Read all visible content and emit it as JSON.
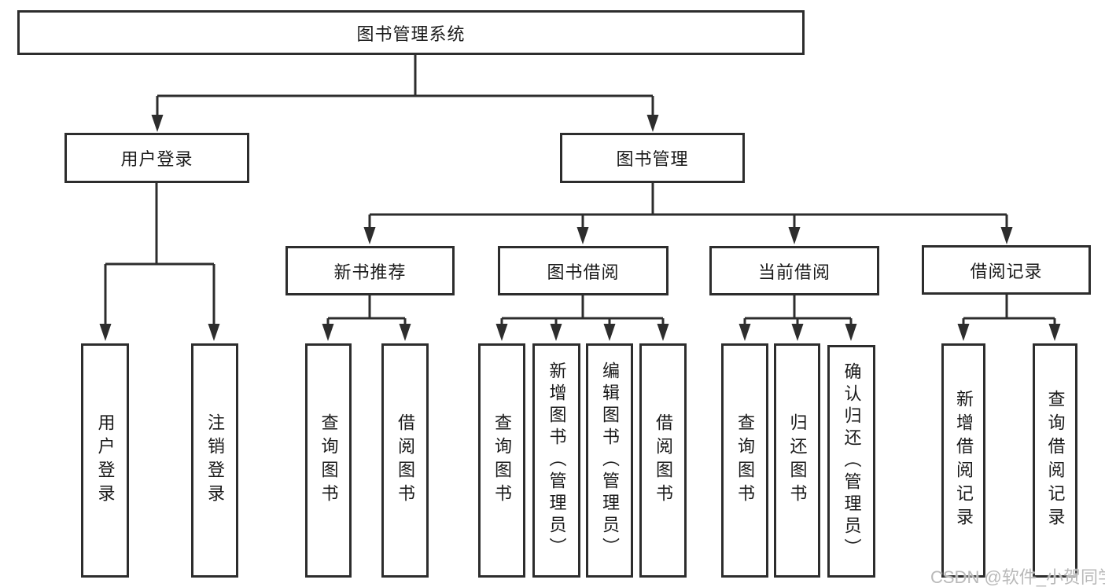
{
  "diagram": {
    "title": "图书管理系统",
    "user_login": {
      "label": "用户登录",
      "children": [
        {
          "label": "用户登录"
        },
        {
          "label": "注销登录"
        }
      ]
    },
    "book_mgmt": {
      "label": "图书管理",
      "sections": [
        {
          "label": "新书推荐",
          "children": [
            {
              "label": "查询图书"
            },
            {
              "label": "借阅图书"
            }
          ]
        },
        {
          "label": "图书借阅",
          "children": [
            {
              "label": "查询图书"
            },
            {
              "label": "新增图书（管理员）"
            },
            {
              "label": "编辑图书（管理员）"
            },
            {
              "label": "借阅图书"
            }
          ]
        },
        {
          "label": "当前借阅",
          "children": [
            {
              "label": "查询图书"
            },
            {
              "label": "归还图书"
            },
            {
              "label": "确认归还（管理员）"
            }
          ]
        },
        {
          "label": "借阅记录",
          "children": [
            {
              "label": "新增借阅记录"
            },
            {
              "label": "查询借阅记录"
            }
          ]
        }
      ]
    }
  },
  "watermark": {
    "text": "CSDN @软件_小贺同学"
  },
  "colors": {
    "line": "#2d2d2d",
    "text": "#1a1a1a",
    "background": "#ffffff",
    "watermark": "#b9b9b9"
  }
}
